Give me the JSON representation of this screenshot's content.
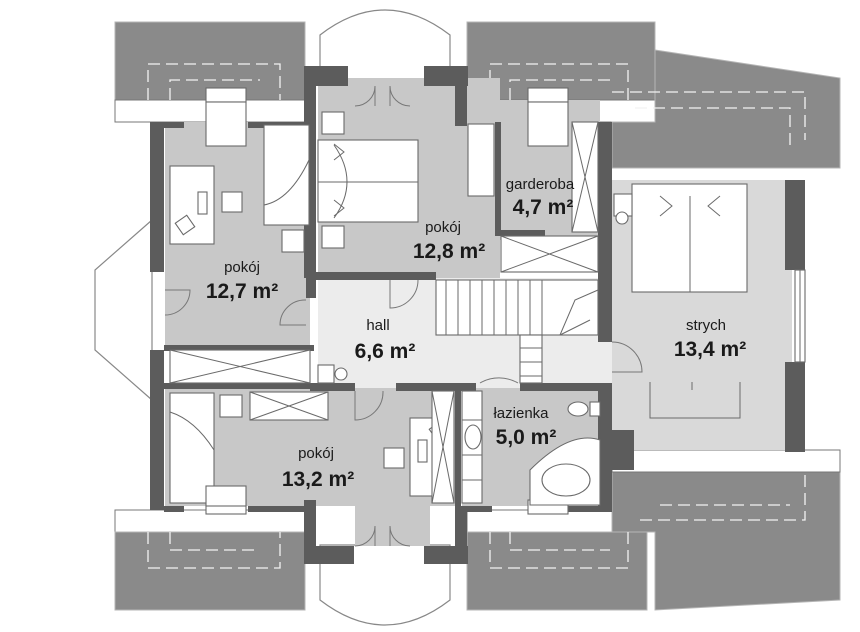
{
  "plan": {
    "colors": {
      "wall": "#5c5c5c",
      "room_floor": "#c8c8c8",
      "hall_floor": "#ececec",
      "roof": "#8a8a8a",
      "furniture": "#ffffff"
    },
    "rooms": [
      {
        "key": "pokoj_left",
        "name": "pokój",
        "area": "12,7 m²"
      },
      {
        "key": "pokoj_top",
        "name": "pokój",
        "area": "12,8 m²"
      },
      {
        "key": "garderoba",
        "name": "garderoba",
        "area": "4,7 m²"
      },
      {
        "key": "hall",
        "name": "hall",
        "area": "6,6 m²"
      },
      {
        "key": "strych",
        "name": "strych",
        "area": "13,4 m²"
      },
      {
        "key": "lazienka",
        "name": "łazienka",
        "area": "5,0 m²"
      },
      {
        "key": "pokoj_bottom",
        "name": "pokój",
        "area": "13,2 m²"
      }
    ]
  }
}
